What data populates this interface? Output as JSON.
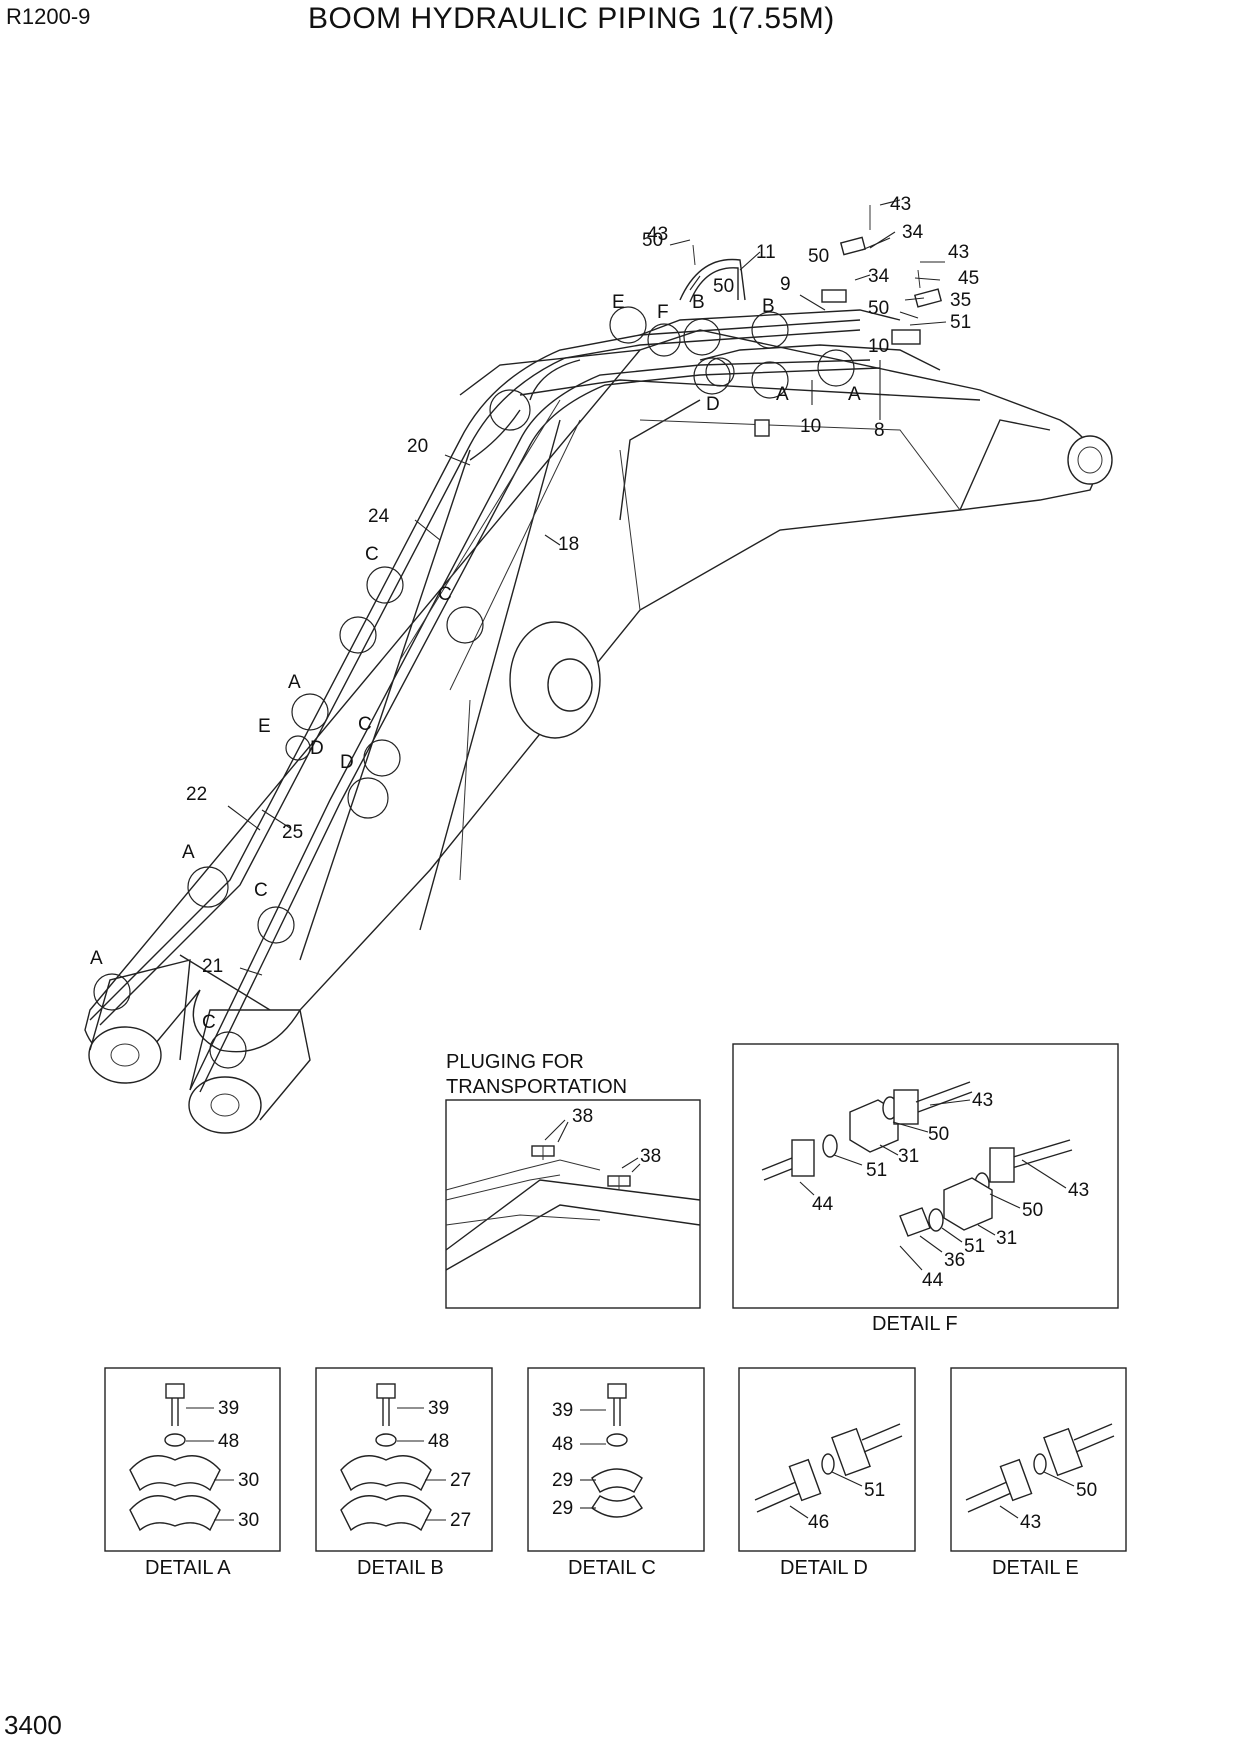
{
  "header": {
    "model": "R1200-9",
    "title": "BOOM HYDRAULIC PIPING 1(7.55M)"
  },
  "footer": {
    "page_number": "3400"
  },
  "main_callouts": [
    "43",
    "11",
    "50",
    "50",
    "43",
    "34",
    "50",
    "34",
    "43",
    "45",
    "35",
    "50",
    "51",
    "9",
    "10",
    "E",
    "F",
    "B",
    "B",
    "D",
    "A",
    "A",
    "10",
    "8",
    "20",
    "24",
    "18",
    "C",
    "C",
    "A",
    "E",
    "D",
    "C",
    "D",
    "22",
    "25",
    "A",
    "C",
    "21",
    "A",
    "C"
  ],
  "plug_panel": {
    "title_line1": "PLUGING FOR",
    "title_line2": "TRANSPORTATION",
    "callouts": [
      "38",
      "38"
    ]
  },
  "detail_f": {
    "caption": "DETAIL F",
    "callouts": [
      "43",
      "50",
      "31",
      "51",
      "44",
      "43",
      "50",
      "31",
      "51",
      "36",
      "44"
    ]
  },
  "detail_a": {
    "caption": "DETAIL A",
    "callouts": [
      "39",
      "48",
      "30",
      "30"
    ]
  },
  "detail_b": {
    "caption": "DETAIL B",
    "callouts": [
      "39",
      "48",
      "27",
      "27"
    ]
  },
  "detail_c": {
    "caption": "DETAIL C",
    "callouts": [
      "39",
      "48",
      "29",
      "29"
    ]
  },
  "detail_d": {
    "caption": "DETAIL D",
    "callouts": [
      "51",
      "46"
    ]
  },
  "detail_e": {
    "caption": "DETAIL E",
    "callouts": [
      "50",
      "43"
    ]
  }
}
